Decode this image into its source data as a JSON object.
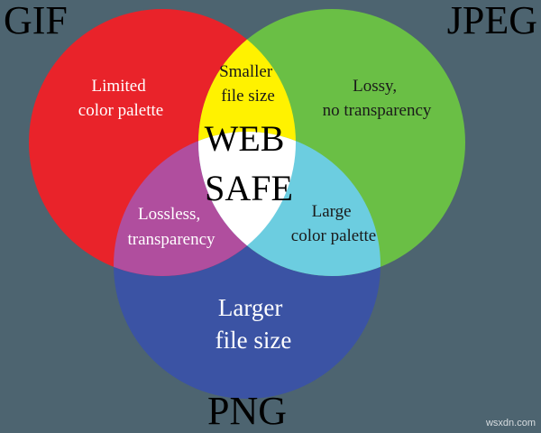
{
  "colors": {
    "background": "#4d6470",
    "gif": "#e9232a",
    "jpeg": "#6abf45",
    "png": "#3b53a4",
    "gif_jpeg": "#fff200",
    "gif_png": "#b04e9e",
    "jpeg_png": "#6ccde0",
    "all": "#ffffff"
  },
  "sets": {
    "gif": "GIF",
    "jpeg": "JPEG",
    "png": "PNG"
  },
  "regions": {
    "gif_only": [
      "Limited",
      "color palette"
    ],
    "jpeg_only": [
      "Lossy,",
      "no transparency"
    ],
    "png_only": [
      "Larger",
      "file size"
    ],
    "gif_jpeg": [
      "Smaller",
      "file size"
    ],
    "gif_png": [
      "Lossless,",
      "transparency"
    ],
    "jpeg_png": [
      "Large",
      "color palette"
    ],
    "all": [
      "WEB",
      "SAFE"
    ]
  },
  "watermark": "wsxdn.com"
}
